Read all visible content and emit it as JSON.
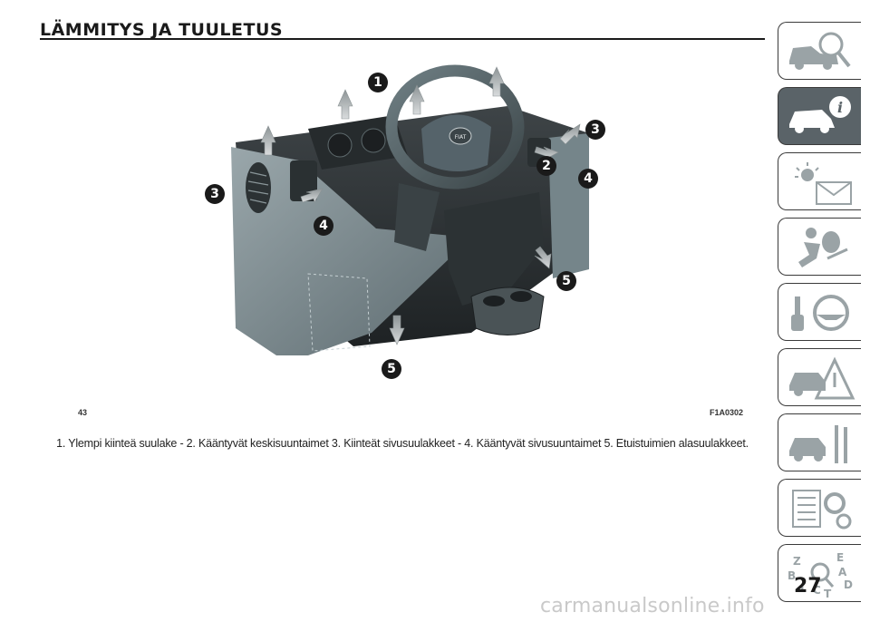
{
  "header": {
    "title": "LÄMMITYS JA TUULETUS"
  },
  "figure": {
    "number": "43",
    "code": "F1A0302",
    "callouts": [
      "1",
      "2",
      "3",
      "3",
      "4",
      "4",
      "5",
      "5"
    ],
    "brand": "FIAT"
  },
  "caption": "1. Ylempi kiinteä suulake - 2. Kääntyvät keskisuuntaimet 3. Kiinteät sivusuulakkeet - 4. Kääntyvät sivusuuntaimet 5. Etuistuimien alasuulakkeet.",
  "nav": {
    "tabs": [
      {
        "icon": "car-search-icon"
      },
      {
        "icon": "car-info-icon",
        "active": true
      },
      {
        "icon": "warning-light-icon"
      },
      {
        "icon": "airbag-person-icon"
      },
      {
        "icon": "steering-wheel-key-icon"
      },
      {
        "icon": "car-warning-triangle-icon"
      },
      {
        "icon": "car-tools-icon"
      },
      {
        "icon": "specs-gear-icon"
      },
      {
        "icon": "alphabetical-index-icon",
        "letters": [
          "Z",
          "E",
          "A",
          "B",
          "D",
          "I",
          "C",
          "T"
        ]
      }
    ]
  },
  "page": {
    "number": "27"
  },
  "watermark": "carmanualsonline.info",
  "colors": {
    "accent": "#5a6368",
    "callout": "#1a1a1a"
  }
}
